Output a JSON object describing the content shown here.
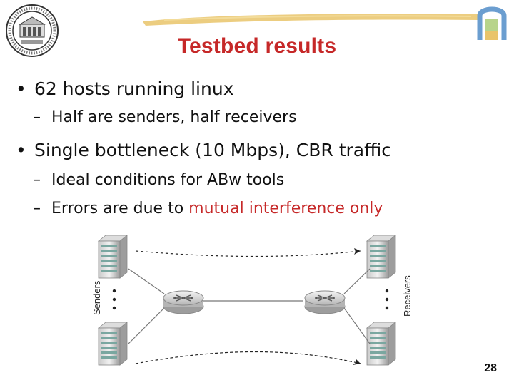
{
  "slide": {
    "title": "Testbed results",
    "bullets": [
      {
        "text": "62 hosts running linux",
        "subs": [
          "Half are senders, half receivers"
        ]
      },
      {
        "text": "Single bottleneck (10 Mbps), CBR traffic",
        "subs": [
          "Ideal conditions for ABw tools",
          {
            "prefix": "Errors are due to ",
            "highlight": "mutual interference only"
          }
        ]
      }
    ],
    "diagram": {
      "senders_label": "Senders",
      "receivers_label": "Receivers"
    },
    "page_number": "28"
  },
  "colors": {
    "title": "#c62828",
    "highlight": "#c62828",
    "brush": "#e9c46a",
    "logo_blue": "#6b9ed0",
    "logo_green": "#b8d48a"
  },
  "icons": [
    "university-seal-icon",
    "server-icon",
    "router-icon",
    "brush-stroke",
    "logo-mark-icon"
  ]
}
